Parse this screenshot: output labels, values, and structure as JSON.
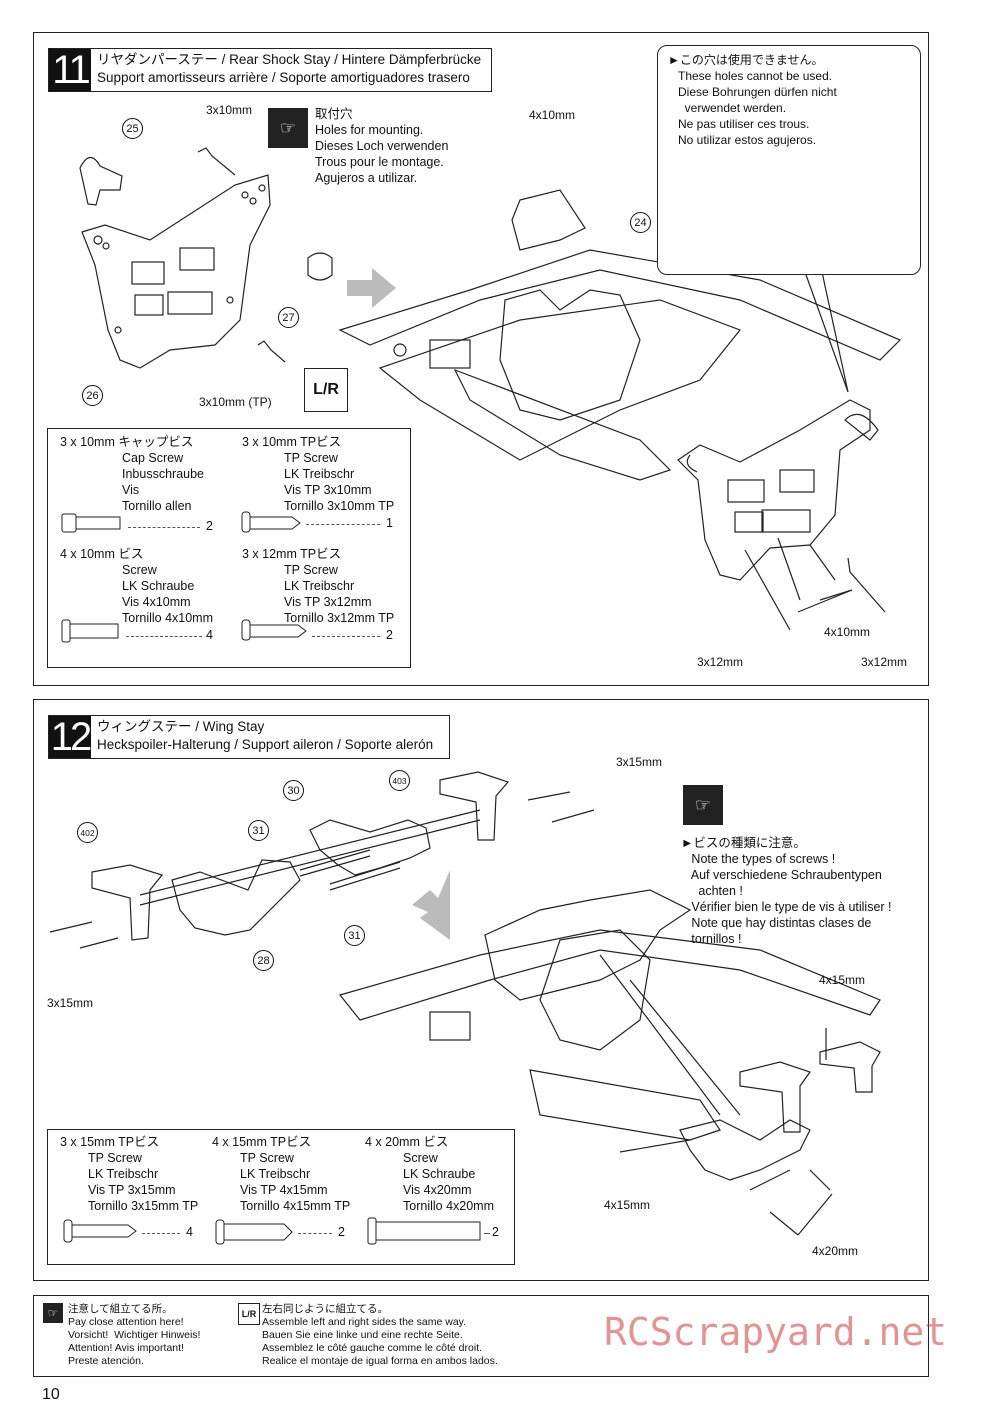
{
  "step11": {
    "number": "11",
    "title_line1": "リヤダンパーステー / Rear Shock Stay / Hintere Dämpferbrücke",
    "title_line2": "Support amortisseurs arrière / Soporte amortiguadores trasero",
    "parts": [
      "25",
      "26",
      "27",
      "24"
    ],
    "labels": {
      "screw_top": "3x10mm",
      "screw_tp": "3x10mm (TP)",
      "screw_4x10_top": "4x10mm",
      "screw_4x10_bottom": "4x10mm",
      "screw_3x12_left": "3x12mm",
      "screw_3x12_right": "3x12mm",
      "lr": "L/R"
    },
    "mount_note": "取付穴\nHoles for mounting.\nDieses Loch verwenden\nTrous pour le montage.\nAgujeros a utilizar.",
    "callout_note": "►この穴は使用できません。\n   These holes cannot be used.\n   Diese Bohrungen dürfen nicht\n     verwendet werden.\n   Ne pas utiliser ces trous.\n   No utilizar estos agujeros.",
    "screws": [
      {
        "head": "3 x 10mm  キャップビス",
        "lines": [
          "Cap Screw",
          "Inbusschraube",
          "Vis",
          "Tornillo allen"
        ],
        "qty": "2"
      },
      {
        "head": "3 x 10mm  TPビス",
        "lines": [
          "TP Screw",
          "LK Treibschr",
          "Vis TP 3x10mm",
          "Tornillo 3x10mm TP"
        ],
        "qty": "1"
      },
      {
        "head": "4 x 10mm  ビス",
        "lines": [
          "Screw",
          "LK Schraube",
          "Vis 4x10mm",
          "Tornillo 4x10mm"
        ],
        "qty": "4"
      },
      {
        "head": "3 x 12mm  TPビス",
        "lines": [
          "TP Screw",
          "LK Treibschr",
          "Vis TP 3x12mm",
          "Tornillo 3x12mm TP"
        ],
        "qty": "2"
      }
    ]
  },
  "step12": {
    "number": "12",
    "title_line1": "ウィングステー  / Wing Stay",
    "title_line2": "Heckspoiler-Halterung / Support aileron / Soporte alerón",
    "parts": [
      "30",
      "403",
      "31",
      "402",
      "28",
      "31"
    ],
    "labels": {
      "screw_3x15_top": "3x15mm",
      "screw_3x15_left": "3x15mm",
      "screw_4x15_right": "4x15mm",
      "screw_4x15_bottom": "4x15mm",
      "screw_4x20": "4x20mm"
    },
    "note": "►ビスの種類に注意。\n   Note the types of screws !\n   Auf verschiedene Schraubentypen\n     achten !\n   Vérifier bien le type de vis à utiliser !\n   Note que hay distintas clases de\n   tornillos !",
    "screws": [
      {
        "head": "3 x 15mm  TPビス",
        "lines": [
          "TP Screw",
          "LK Treibschr",
          "Vis TP 3x15mm",
          "Tornillo 3x15mm TP"
        ],
        "qty": "4"
      },
      {
        "head": "4 x 15mm  TPビス",
        "lines": [
          "TP Screw",
          "LK Treibschr",
          "Vis TP 4x15mm",
          "Tornillo 4x15mm TP"
        ],
        "qty": "2"
      },
      {
        "head": "4 x 20mm  ビス",
        "lines": [
          "Screw",
          "LK Schraube",
          "Vis 4x20mm",
          "Tornillo 4x20mm"
        ],
        "qty": "2"
      }
    ]
  },
  "footer": {
    "attention": "注意して組立てる所。\nPay close attention here!\nVorsicht!  Wichtiger Hinweis!\nAttention! Avis important!\nPreste atención.",
    "both_sides": "左右同じように組立てる。\nAssemble left and right sides the same way.\nBauen Sie eine linke und eine rechte Seite.\nAssemblez le côté gauche comme le côté droit.\nRealice el montaje de igual forma en ambos lados.",
    "watermark": "RCScrapyard.net",
    "page_number": "10"
  }
}
